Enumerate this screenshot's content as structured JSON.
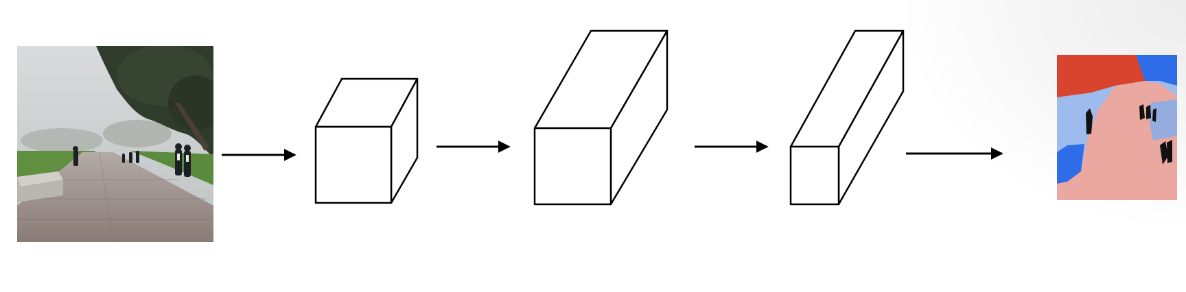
{
  "diagram": {
    "stages": [
      {
        "kind": "input-image",
        "description_name": "campus-walkway-photo"
      },
      {
        "kind": "feature-block",
        "shape": "cube"
      },
      {
        "kind": "feature-block",
        "shape": "tall-box"
      },
      {
        "kind": "feature-block",
        "shape": "narrow-box"
      },
      {
        "kind": "output-mask",
        "description_name": "segmentation-map"
      }
    ],
    "colors": {
      "stroke": "#000000",
      "sky": "#c9cccd",
      "tree": "#2f3b2b",
      "grass": "#5f8f3f",
      "path": "#9b8f8a",
      "seg_red": "#d9442e",
      "seg_blue": "#2f6de8",
      "seg_lightblue": "#9dbbed",
      "seg_pink": "#eaa8a0",
      "seg_black": "#111111"
    }
  }
}
